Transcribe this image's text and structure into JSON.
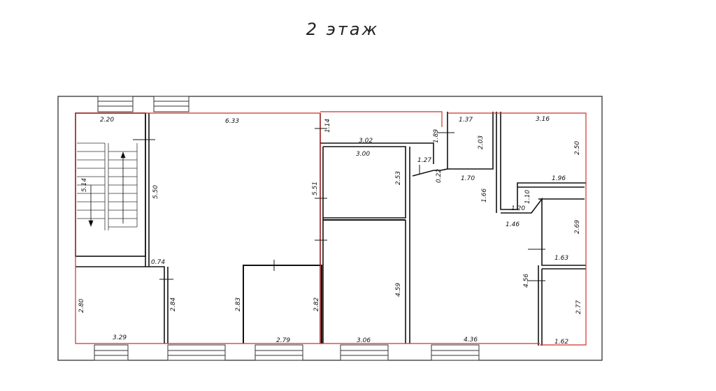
{
  "title": "2 этаж",
  "colors": {
    "outline_red": "#d32f2f",
    "wall": "#111111",
    "thin": "#444444",
    "frame": "#222222"
  },
  "dimensions": {
    "stair_width": "2.20",
    "stair_length": "5.14",
    "hall_width": "6.33",
    "hall_height": "5.50",
    "corridor_small": "1.14",
    "corr_width": "3.02",
    "corr_small_height": "1.89",
    "room_a_width": "1.37",
    "room_a_height": "2.03",
    "room_tr_width": "3.16",
    "room_tr_height": "2.50",
    "room_mid_width": "3.00",
    "room_mid_height": "2.53",
    "room_mid_side": "5.51",
    "door_width": "1.27",
    "door_gap": "0.22",
    "room_b_width": "1.70",
    "room_b_height": "1.66",
    "corner_width": "1.96",
    "corner_height": "1.10",
    "step_width": "1.20",
    "step_height": "1.46",
    "room_r1_height": "2.69",
    "room_r1_width": "1.63",
    "room_r2_height": "4.56",
    "room_r3_height": "2.77",
    "room_r3_width": "1.62",
    "room_bl_width": "3.29",
    "room_bl_height": "2.80",
    "room_bl_side": "2.84",
    "wall_gap": "0.74",
    "room_bm_height": "2.83",
    "room_bm_width": "2.79",
    "room_bm_side": "2.82",
    "room_c_width": "3.06",
    "room_c_height": "4.59",
    "room_big_width": "4.36"
  }
}
